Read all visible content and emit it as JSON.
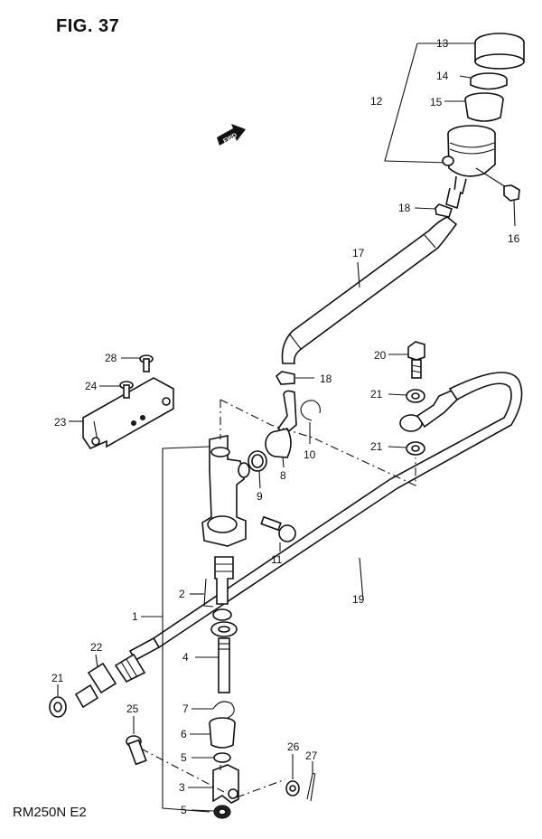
{
  "figure": {
    "title": "FIG. 37",
    "model_code": "RM250N E2",
    "fwd_label": "FWD"
  },
  "callouts": [
    "1",
    "2",
    "3",
    "4",
    "5",
    "5",
    "6",
    "7",
    "8",
    "9",
    "10",
    "11",
    "12",
    "13",
    "14",
    "15",
    "16",
    "17",
    "18",
    "18",
    "19",
    "20",
    "21",
    "21",
    "21",
    "22",
    "23",
    "24",
    "25",
    "26",
    "27",
    "28"
  ]
}
